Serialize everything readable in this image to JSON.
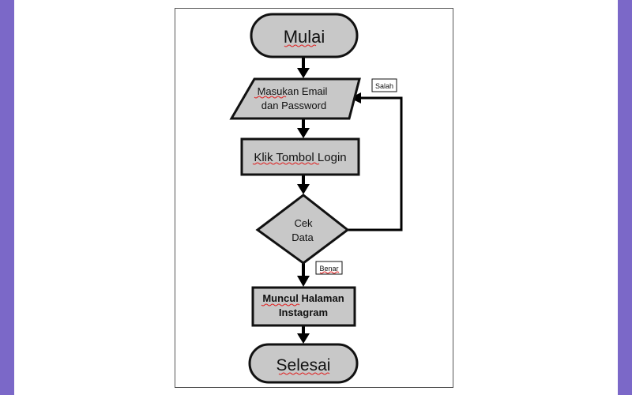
{
  "flowchart": {
    "start": "Mulai",
    "input_line1": "Masukan Email",
    "input_line2": "dan Password",
    "process_login": "Klik Tombol Login",
    "decision_line1": "Cek",
    "decision_line2": "Data",
    "output_line1": "Muncul Halaman",
    "output_line2": "Instagram",
    "end": "Selesai",
    "label_false": "Salah",
    "label_true": "Benar"
  },
  "colors": {
    "accent_border": "#7b68c8",
    "shape_fill": "#c8c8c8"
  }
}
